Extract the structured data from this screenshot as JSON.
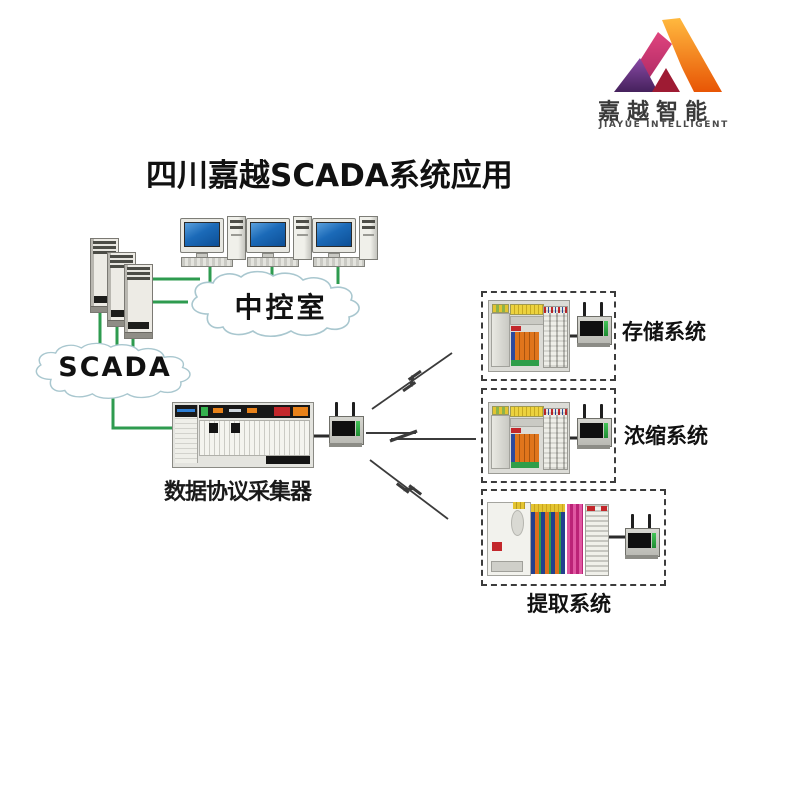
{
  "logo": {
    "name": "嘉越智能",
    "subtitle": "JIAYUE INTELLIGENT"
  },
  "title": "四川嘉越SCADA系统应用",
  "network": {
    "control_room_cloud": "中控室",
    "scada_cloud": "SCADA",
    "collector_label": "数据协议采集器"
  },
  "systems": [
    {
      "label": "存储系统"
    },
    {
      "label": "浓缩系统"
    },
    {
      "label": "提取系统"
    }
  ],
  "colors": {
    "line_green": "#2e9b4f",
    "cloud_outline": "#a9c7cf",
    "logo_orange": "#f07c12",
    "logo_magenta": "#c2185b",
    "logo_purple": "#5b2d7a",
    "text": "#111111"
  }
}
